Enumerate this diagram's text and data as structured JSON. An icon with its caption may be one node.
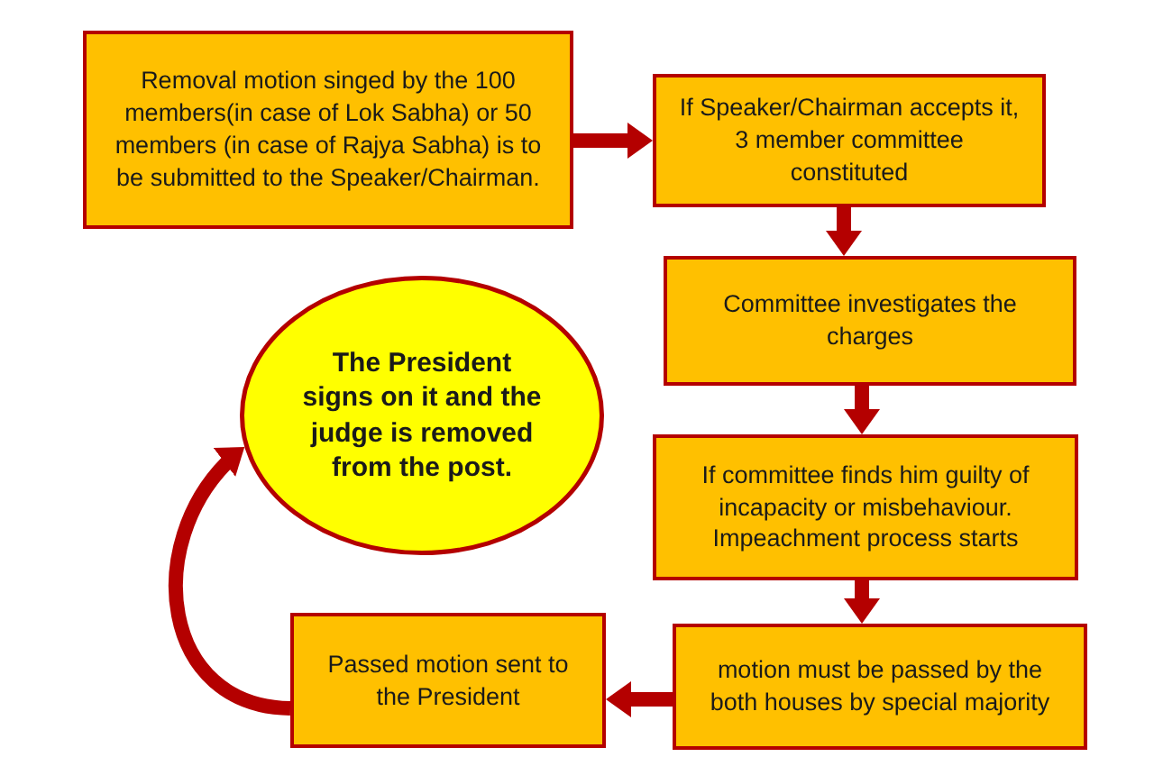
{
  "diagram": {
    "nodes": [
      {
        "text": [
          "Removal motion singed by the 100 members(in case of Lok Sabha) or 50 members (in case of Rajya Sabha) is to be submitted to the Speaker/Chairman."
        ]
      },
      {
        "text": [
          "If Speaker/Chairman accepts it, 3 member committee constituted"
        ]
      },
      {
        "text": [
          "Committee investigates the charges"
        ]
      },
      {
        "text": [
          "If committee finds him guilty of incapacity or misbehaviour. Impeachment process starts"
        ]
      },
      {
        "text": [
          "motion must be passed by the both houses by special majority"
        ]
      },
      {
        "text": [
          "Passed motion sent to the President"
        ]
      },
      {
        "text": [
          "The President signs on it and the judge is removed from the post."
        ]
      }
    ],
    "edges": [
      {
        "from": 0,
        "to": 1,
        "arrow": "to"
      },
      {
        "from": 1,
        "to": 2,
        "arrow": "to"
      },
      {
        "from": 2,
        "to": 3,
        "arrow": "to"
      },
      {
        "from": 3,
        "to": 4,
        "arrow": "to"
      },
      {
        "from": 4,
        "to": 5,
        "arrow": "to"
      },
      {
        "from": 5,
        "to": 6,
        "arrow": "to"
      }
    ]
  }
}
